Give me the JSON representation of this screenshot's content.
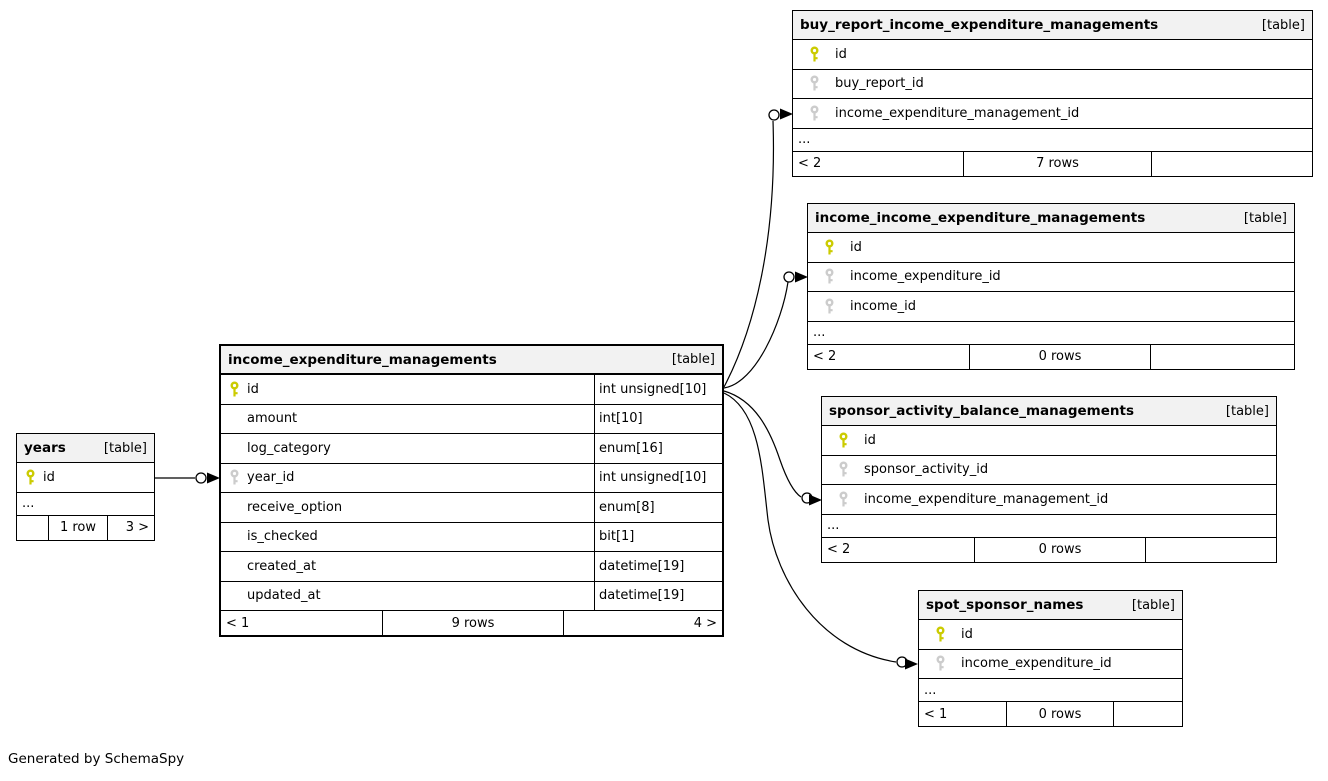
{
  "page": {
    "note": "Generated by SchemaSpy"
  },
  "colors": {
    "primary_key": "#cbcb00",
    "foreign_key": "#cccccc",
    "header_bg": "#f2f2f2",
    "border": "#000000",
    "edge": "#000000"
  },
  "tables": {
    "years": {
      "name": "years",
      "tag": "[table]",
      "columns": [
        {
          "name": "id",
          "key": "pk"
        }
      ],
      "ellipsis": "...",
      "footer": {
        "left": "",
        "center": "1 row",
        "right": "3 >"
      }
    },
    "income_expenditure_managements": {
      "name": "income_expenditure_managements",
      "tag": "[table]",
      "columns": [
        {
          "name": "id",
          "key": "pk",
          "type": "int unsigned[10]"
        },
        {
          "name": "amount",
          "key": "",
          "type": "int[10]"
        },
        {
          "name": "log_category",
          "key": "",
          "type": "enum[16]"
        },
        {
          "name": "year_id",
          "key": "fk",
          "type": "int unsigned[10]"
        },
        {
          "name": "receive_option",
          "key": "",
          "type": "enum[8]"
        },
        {
          "name": "is_checked",
          "key": "",
          "type": "bit[1]"
        },
        {
          "name": "created_at",
          "key": "",
          "type": "datetime[19]"
        },
        {
          "name": "updated_at",
          "key": "",
          "type": "datetime[19]"
        }
      ],
      "footer": {
        "left": "< 1",
        "center": "9 rows",
        "right": "4 >"
      }
    },
    "buy_report_income_expenditure_managements": {
      "name": "buy_report_income_expenditure_managements",
      "tag": "[table]",
      "columns": [
        {
          "name": "id",
          "key": "pk"
        },
        {
          "name": "buy_report_id",
          "key": "fk"
        },
        {
          "name": "income_expenditure_management_id",
          "key": "fk"
        }
      ],
      "ellipsis": "...",
      "footer": {
        "left": "< 2",
        "center": "7 rows",
        "right": ""
      }
    },
    "income_income_expenditure_managements": {
      "name": "income_income_expenditure_managements",
      "tag": "[table]",
      "columns": [
        {
          "name": "id",
          "key": "pk"
        },
        {
          "name": "income_expenditure_id",
          "key": "fk"
        },
        {
          "name": "income_id",
          "key": "fk"
        }
      ],
      "ellipsis": "...",
      "footer": {
        "left": "< 2",
        "center": "0 rows",
        "right": ""
      }
    },
    "sponsor_activity_balance_managements": {
      "name": "sponsor_activity_balance_managements",
      "tag": "[table]",
      "columns": [
        {
          "name": "id",
          "key": "pk"
        },
        {
          "name": "sponsor_activity_id",
          "key": "fk"
        },
        {
          "name": "income_expenditure_management_id",
          "key": "fk"
        }
      ],
      "ellipsis": "...",
      "footer": {
        "left": "< 2",
        "center": "0 rows",
        "right": ""
      }
    },
    "spot_sponsor_names": {
      "name": "spot_sponsor_names",
      "tag": "[table]",
      "columns": [
        {
          "name": "id",
          "key": "pk"
        },
        {
          "name": "income_expenditure_id",
          "key": "fk"
        }
      ],
      "ellipsis": "...",
      "footer": {
        "left": "< 1",
        "center": "0 rows",
        "right": ""
      }
    }
  },
  "relationships": [
    {
      "from": "years.id",
      "to": "income_expenditure_managements.year_id"
    },
    {
      "from": "income_expenditure_managements.id",
      "to": "buy_report_income_expenditure_managements.income_expenditure_management_id"
    },
    {
      "from": "income_expenditure_managements.id",
      "to": "income_income_expenditure_managements.income_expenditure_id"
    },
    {
      "from": "income_expenditure_managements.id",
      "to": "sponsor_activity_balance_managements.income_expenditure_management_id"
    },
    {
      "from": "income_expenditure_managements.id",
      "to": "spot_sponsor_names.income_expenditure_id"
    }
  ]
}
